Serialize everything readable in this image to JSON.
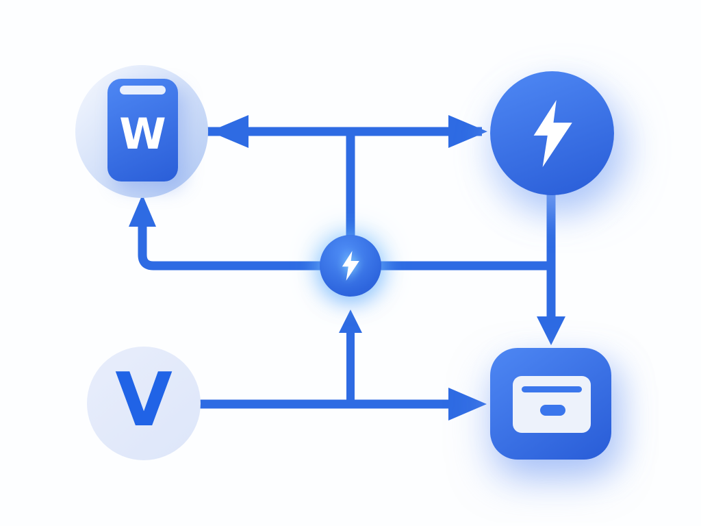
{
  "theme": {
    "bg": "#fdfeff",
    "line": "#2e6be3",
    "node-blue-1": "#4c85f2",
    "node-blue-2": "#2a5ed8",
    "halo-light": "#eef3fd",
    "halo-deep": "#b4cbf4",
    "v-circle": "#e6ecfb",
    "v-letter": "#2063e6",
    "card-face": "#edf2fb",
    "card-detail": "#3a76ec",
    "bolt-fill": "#ffffff",
    "glow-cyan": "rgba(140,220,255,0.9)"
  },
  "nodes": {
    "document": {
      "label": "W",
      "icon": "document-with-topbar-icon",
      "shape": "rounded-rect-on-halo-circle"
    },
    "energy": {
      "label": "",
      "icon": "lightning-bolt-icon",
      "shape": "solid-circle"
    },
    "hub": {
      "label": "",
      "icon": "lightning-bolt-glow-icon",
      "shape": "small-circle"
    },
    "v_source": {
      "label": "V",
      "icon": "",
      "shape": "light-circle"
    },
    "card": {
      "label": "",
      "icon": "card-browser-icon",
      "shape": "rounded-square"
    }
  },
  "edges": [
    {
      "from": "document",
      "to": "energy",
      "style": "double-headed-arrow",
      "route": "top-horizontal"
    },
    {
      "from": "top-horizontal",
      "to": "hub",
      "style": "line",
      "route": "center-vertical-upper"
    },
    {
      "from": "hub",
      "to": "document",
      "style": "arrow",
      "route": "left-then-up"
    },
    {
      "from": "hub",
      "to": "right-vertical",
      "style": "line",
      "route": "center-horizontal-right"
    },
    {
      "from": "energy",
      "to": "card",
      "style": "arrow",
      "route": "right-vertical-down"
    },
    {
      "from": "v_source",
      "to": "card",
      "style": "arrow",
      "route": "bottom-horizontal"
    },
    {
      "from": "bottom-horizontal",
      "to": "hub",
      "style": "arrow",
      "route": "center-vertical-lower-up"
    }
  ]
}
